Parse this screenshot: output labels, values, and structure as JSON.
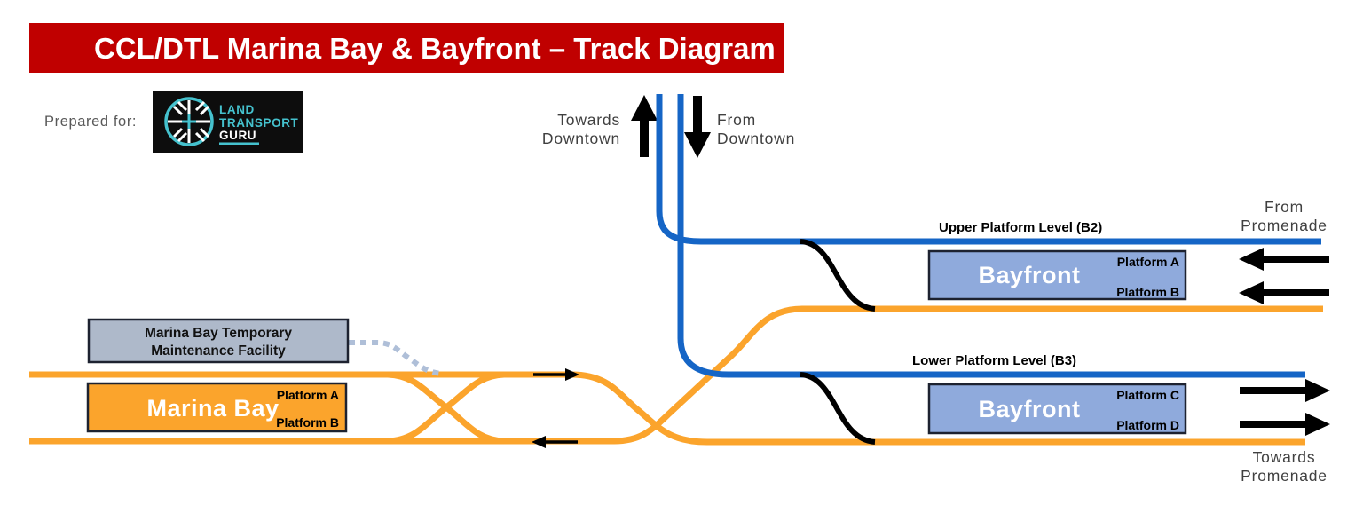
{
  "banner": {
    "title": "CCL/DTL Marina Bay & Bayfront – Track Diagram",
    "color": "#C00000"
  },
  "prepared_for": {
    "label": "Prepared for:"
  },
  "logo": {
    "line1": "LAND",
    "line2": "TRANSPORT",
    "line3": "GURU",
    "teal": "#45C2CE",
    "background": "#0d0d0d"
  },
  "direction_labels": {
    "towards_downtown": [
      "Towards",
      "Downtown"
    ],
    "from_downtown": [
      "From",
      "Downtown"
    ],
    "from_promenade": [
      "From",
      "Promenade"
    ],
    "towards_promenade": [
      "Towards",
      "Promenade"
    ]
  },
  "level_labels": {
    "upper": "Upper Platform Level (B2)",
    "lower": "Lower Platform Level (B3)"
  },
  "stations": {
    "bayfront_upper": {
      "name": "Bayfront",
      "platform_1": "Platform A",
      "platform_2": "Platform B"
    },
    "bayfront_lower": {
      "name": "Bayfront",
      "platform_1": "Platform C",
      "platform_2": "Platform D"
    },
    "marina_bay": {
      "name": "Marina Bay",
      "platform_1": "Platform A",
      "platform_2": "Platform B"
    }
  },
  "facility": {
    "line1": "Marina Bay Temporary",
    "line2": "Maintenance Facility",
    "fill": "#AEB9CA"
  },
  "colors": {
    "ccl_orange": "#FBA42C",
    "dtl_blue": "#1565C6",
    "station_fill": "#8FAADC",
    "dotted_gray": "#AFBFD8",
    "arrow_black": "#000000",
    "label_gray": "#404040"
  },
  "icons": {
    "logo_mark": "compass-wheel",
    "up_arrow": "↑",
    "down_arrow": "↓",
    "left_arrow": "←",
    "right_arrow": "→"
  }
}
